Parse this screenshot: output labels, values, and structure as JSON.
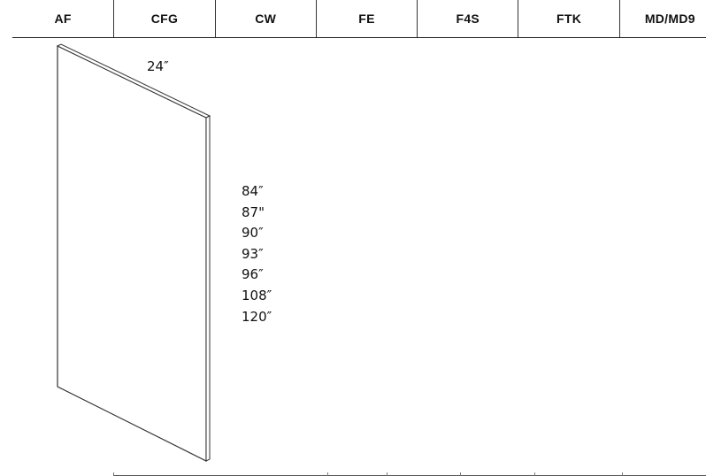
{
  "tabs": [
    "AF",
    "CFG",
    "CW",
    "FE",
    "F4S",
    "FTK",
    "MD/MD9"
  ],
  "panel": {
    "width_label": "24″",
    "height_options": [
      "84″",
      "87\"",
      "90″",
      "93″",
      "96″",
      "108″",
      "120″"
    ]
  }
}
